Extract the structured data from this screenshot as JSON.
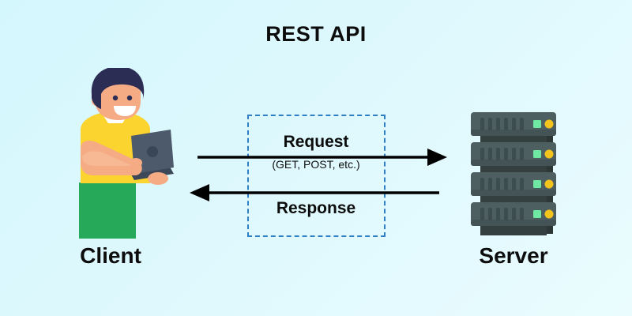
{
  "diagram": {
    "title": "REST API",
    "background_from": "#d4f7fd",
    "background_to": "#eafcfe"
  },
  "client": {
    "label": "Client",
    "icon": "person-with-laptop-illustration",
    "colors": {
      "hair": "#2b2d55",
      "skin": "#f5ab84",
      "shirt": "#fbd42f",
      "collar": "#ffffff",
      "pants": "#27a95a",
      "laptop": "#4c5a6b"
    }
  },
  "server": {
    "label": "Server",
    "icon": "server-rack-illustration",
    "rack_units": 4,
    "vents_per_unit": 6,
    "colors": {
      "face": "#4e5f61",
      "body": "#3b4a4c",
      "vent": "#3d4c4f",
      "led_green": "#6ee8a2",
      "led_yellow": "#f2c41c"
    }
  },
  "api_box": {
    "name": "rest-api-boundary",
    "border_color": "#2f7fc4",
    "border_style": "dashed"
  },
  "flows": [
    {
      "name": "request",
      "label": "Request",
      "sublabel": "(GET, POST, etc.)",
      "direction": "client-to-server",
      "color": "#000000"
    },
    {
      "name": "response",
      "label": "Response",
      "sublabel": "",
      "direction": "server-to-client",
      "color": "#000000"
    }
  ]
}
